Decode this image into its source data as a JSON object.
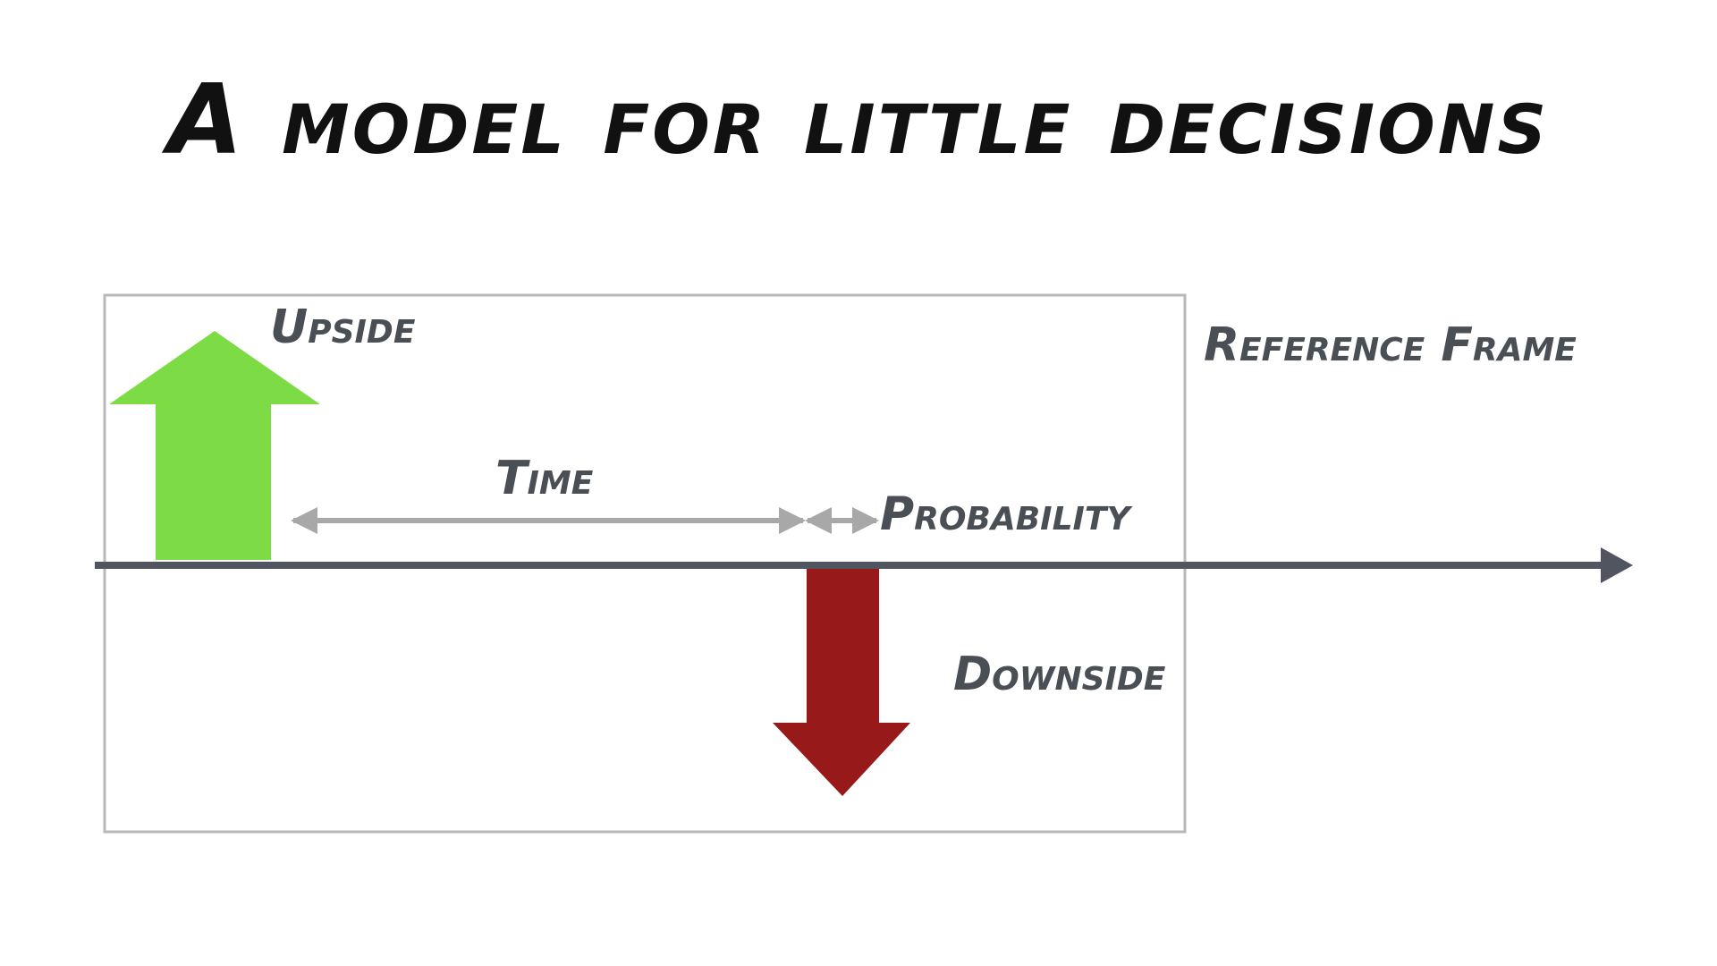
{
  "title": "A model for little decisions",
  "labels": {
    "upside": "Upside",
    "time": "Time",
    "probability": "Probability",
    "reference_frame": "Reference Frame",
    "downside": "Downside"
  },
  "colors": {
    "upside_arrow": "#7ddc46",
    "downside_arrow": "#971919",
    "axis": "#505560",
    "frame_border": "#b8b8b8",
    "measure_arrows": "#a8a8a8",
    "label_text": "#4a4e55",
    "title_text": "#111111"
  }
}
